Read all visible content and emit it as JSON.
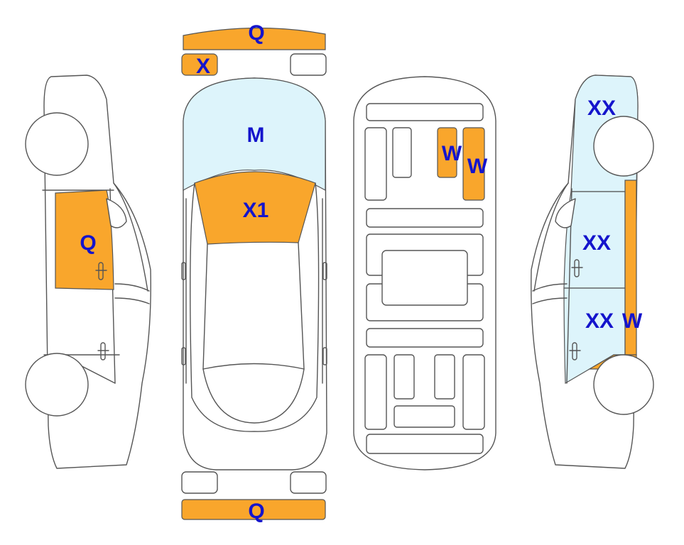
{
  "colors": {
    "damage_orange": "#F9A62C",
    "damage_light_blue": "#DDF4FB",
    "label_blue": "#1414CC",
    "outline": "#555555"
  },
  "views": {
    "left_side": {
      "door_label": "Q"
    },
    "top": {
      "front_bumper_label": "Q",
      "front_left_light_label": "X",
      "hood_label": "M",
      "windshield_label": "X1",
      "rear_bumper_label": "Q"
    },
    "interior": {
      "seat_label_1": "W",
      "seat_label_2": "W"
    },
    "right_side": {
      "rear_panel_label": "XX",
      "rear_door_label": "XX",
      "front_door_label": "XX",
      "pillar_label": "W"
    }
  }
}
